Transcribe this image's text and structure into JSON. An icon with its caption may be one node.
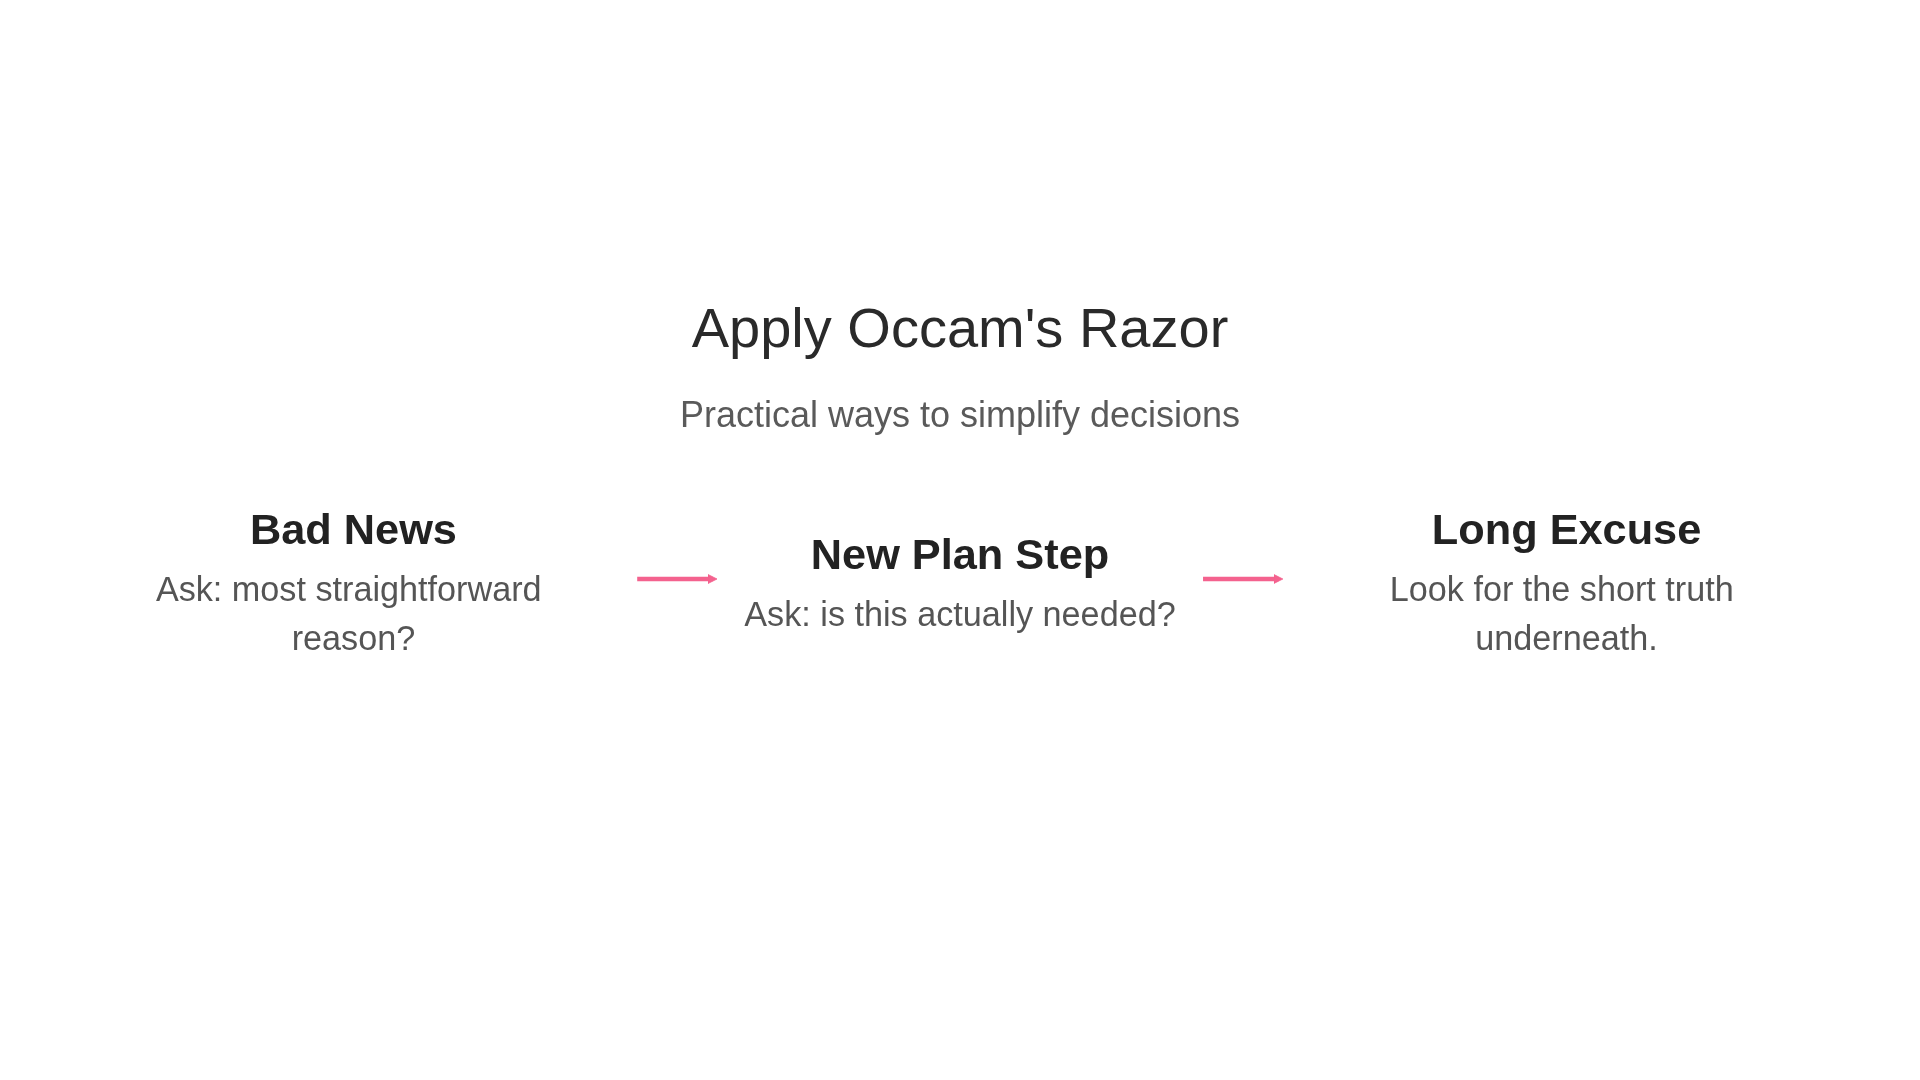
{
  "diagram": {
    "title": "Apply Occam's Razor",
    "nodes": [
      {
        "text": [
          "Bad News",
          "Ask: most straightforward reason?"
        ]
      },
      {
        "text": [
          "New Plan Step",
          "Ask: is this actually needed?"
        ]
      },
      {
        "text": [
          "Long Excuse",
          "Look for the short truth underneath."
        ]
      }
    ],
    "edges": [
      {
        "from": 0,
        "to": 1,
        "arrow": "to"
      },
      {
        "from": 1,
        "to": 2,
        "arrow": "to"
      }
    ],
    "labels": [
      "Practical ways to simplify decisions"
    ]
  }
}
